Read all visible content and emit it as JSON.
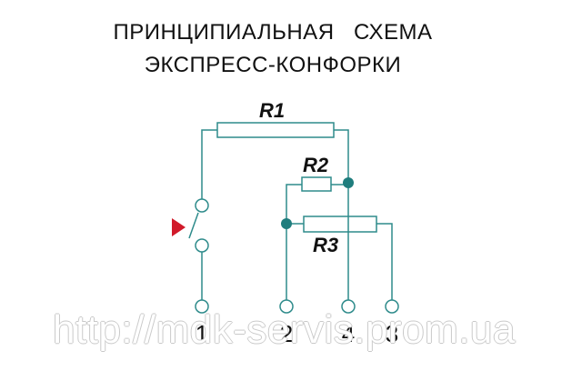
{
  "title": {
    "line1": "ПРИНЦИПИАЛЬНАЯ   СХЕМА",
    "line2": "ЭКСПРЕСС-КОНФОРКИ"
  },
  "components": {
    "r1": "R1",
    "r2": "R2",
    "r3": "R3"
  },
  "terminals": [
    "1",
    "2",
    "4",
    "3"
  ],
  "watermark": "http://mdk-servis.prom.ua",
  "colors": {
    "wire": "#2e8b8b",
    "node": "#1f7d7d",
    "indicator": "#d11a2a",
    "text": "#111111"
  }
}
